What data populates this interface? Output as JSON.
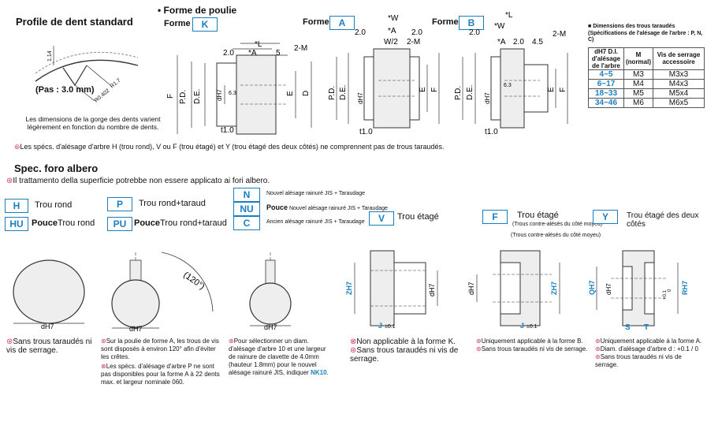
{
  "profile": {
    "title": "Profile de dent standard",
    "dim_114": "1.14",
    "dim_0402": "R0.402",
    "dim_17": "R1.7",
    "pitch": "(Pas : 3.0 mm)",
    "note": "Les dimensions de la gorge des dents varient légèrement en fonction du nombre de dents."
  },
  "poulie": {
    "title": "• Forme de poulie",
    "forme_label": "Forme",
    "forms": [
      "K",
      "A",
      "B"
    ],
    "dims": {
      "d20": "2.0",
      "a": "*A",
      "l": "*L",
      "w": "*W",
      "w2": "W/2",
      "d5": "5",
      "d45": "4.5",
      "m2": "2-M",
      "t": "t1.0",
      "f": "F",
      "pd": "P.D.",
      "de": "D.E.",
      "dh7": "dH7",
      "d63": "6.3",
      "e": "E",
      "d": "D"
    }
  },
  "thread_table": {
    "title": "Dimensions des trous taraudés",
    "subtitle": "(Spécifications de l'alésage de l'arbre : P, N, C)",
    "headers": [
      "dH7 D.I. d'alésage de l'arbre",
      "M (normal)",
      "Vis de serrage accessoire"
    ],
    "rows": [
      [
        "4~5",
        "M3",
        "M3x3"
      ],
      [
        "6~17",
        "M4",
        "M4x3"
      ],
      [
        "18~33",
        "M5",
        "M5x4"
      ],
      [
        "34~46",
        "M6",
        "M6x5"
      ]
    ]
  },
  "poulie_note": "Les spécs. d'alésage d'arbre H (trou rond), V ou F (trou étagé) et Y (trou étagé des deux côtés) ne comprennent pas de trous taraudés.",
  "spec": {
    "title": "Spec. foro albero",
    "note": "Il trattamento della superficie potrebbe non essere applicato ai fori albero.",
    "H": {
      "code": "H",
      "label": "Trou rond"
    },
    "HU": {
      "code": "HU",
      "pre": "Pouce",
      "label": "Trou rond"
    },
    "P": {
      "code": "P",
      "label": "Trou rond+taraud"
    },
    "PU": {
      "code": "PU",
      "pre": "Pouce",
      "label": "Trou rond+taraud"
    },
    "N": {
      "code": "N",
      "label": "Nouvel alésage rainuré JIS + Taraudage"
    },
    "NU": {
      "code": "NU",
      "pre": "Pouce",
      "label": "Nouvel alésage rainuré JIS + Taraudage"
    },
    "C": {
      "code": "C",
      "label": "Ancien alésage rainuré JIS + Taraudage"
    },
    "V": {
      "code": "V",
      "label": "Trou étagé"
    },
    "F": {
      "code": "F",
      "label": "Trou étagé",
      "sub": "(Trous contre-alésés du côté moyeu)",
      "sub2": "(Trous contre-alésés du côté moyeu)"
    },
    "Y": {
      "code": "Y",
      "label": "Trou étagé des deux côtés"
    }
  },
  "draw_labels": {
    "dh7": "dH7",
    "angle": "(120°)",
    "z": "ZH7",
    "j": "J",
    "j01": "±0.1",
    "q": "QH7",
    "r": "RH7",
    "s": "S",
    "t": "T",
    "dp01": "+0.1",
    "d0": "0"
  },
  "notes": {
    "n1": "Sans trous taraudés ni vis de serrage.",
    "n2a": "Sur la poulie de forme A, les trous de vis sont disposés à environ 120° afin d'éviter les crêtes.",
    "n2b": "Les spécs. d'alésage d'arbre P ne sont pas disponibles pour la forme A à 22 dents max. et largeur nominale 060.",
    "n3": "Pour sélectionner un diam. d'alésage d'arbre 10 et une largeur de rainure de clavette de 4.0mm (hauteur 1.8mm) pour le nouvel alésage rainuré JIS, indiquer ",
    "n3b": "NK10",
    "n3c": ".",
    "n4a": "Non applicable à la forme K.",
    "n4b": "Sans trous taraudés ni vis de serrage.",
    "n5a": "Uniquement applicable à la forme B.",
    "n5b": "Sans trous taraudés ni vis de serrage.",
    "n6a": "Uniquement applicable à la forme A.",
    "n6b": "Diam. d'alésage d'arbre d : +0.1 / 0",
    "n6c": "Sans trous taraudés ni vis de serrage."
  },
  "colors": {
    "accent": "#1a7fc0",
    "mark": "#d4386e"
  }
}
